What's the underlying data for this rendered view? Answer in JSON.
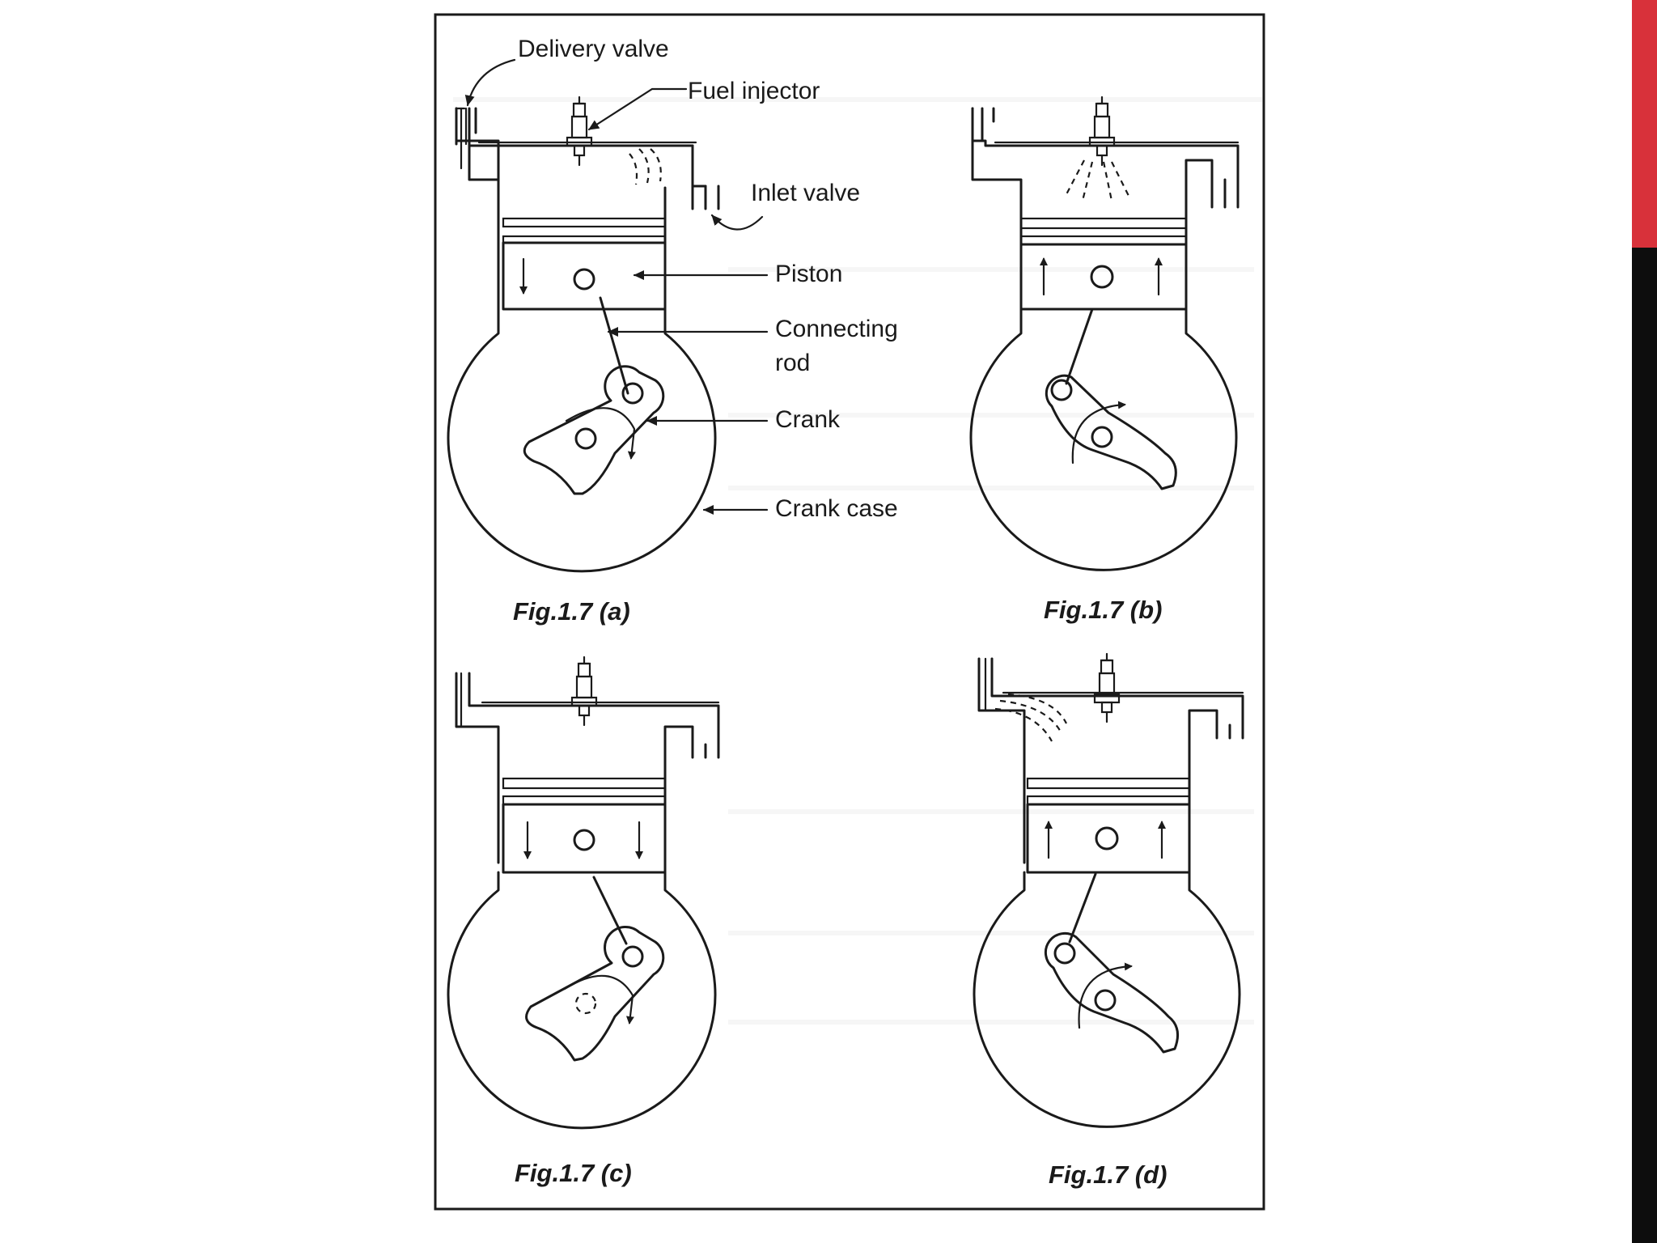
{
  "colors": {
    "accent_red": "#d8313a",
    "accent_black": "#0d0d0d",
    "ink": "#1a1a1a",
    "background": "#ffffff"
  },
  "labels": {
    "delivery_valve": "Delivery valve",
    "fuel_injector": "Fuel injector",
    "inlet_valve": "Inlet valve",
    "piston": "Piston",
    "connecting_rod_line1": "Connecting",
    "connecting_rod_line2": "rod",
    "crank": "Crank",
    "crank_case": "Crank case"
  },
  "captions": {
    "a": "Fig.1.7 (a)",
    "b": "Fig.1.7 (b)",
    "c": "Fig.1.7 (c)",
    "d": "Fig.1.7 (d)"
  }
}
